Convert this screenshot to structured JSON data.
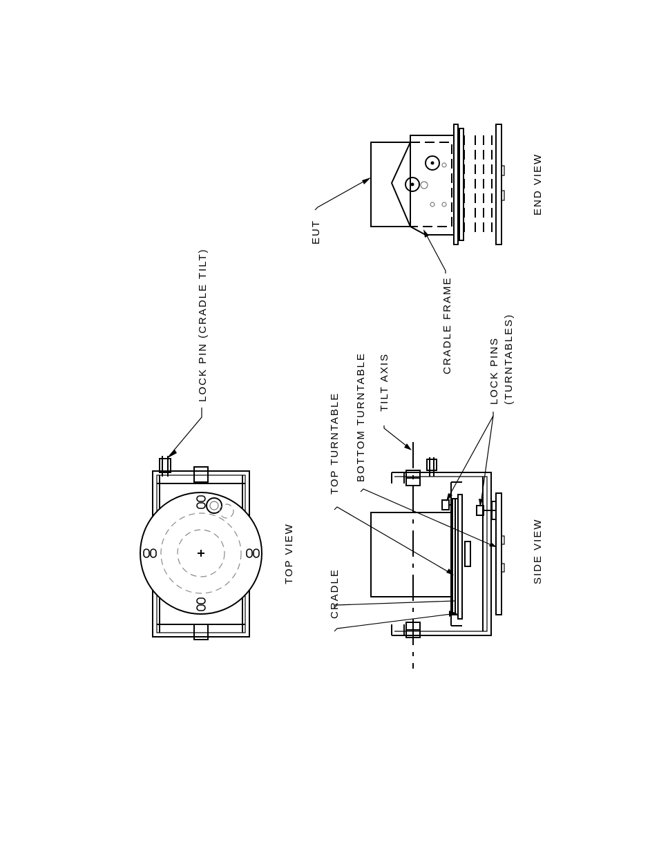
{
  "labels": {
    "lock_pin_cradle_tilt": "LOCK PIN (CRADLE TILT)",
    "top_view": "TOP VIEW",
    "cradle": "CRADLE",
    "top_turntable": "TOP TURNTABLE",
    "bottom_turntable": "BOTTOM TURNTABLE",
    "tilt_axis": "TILT AXIS",
    "lock_pins": "LOCK PINS",
    "turntables": "(TURNTABLES)",
    "side_view": "SIDE VIEW",
    "eut": "EUT",
    "cradle_frame": "CRADLE FRAME",
    "end_view": "END VIEW"
  }
}
